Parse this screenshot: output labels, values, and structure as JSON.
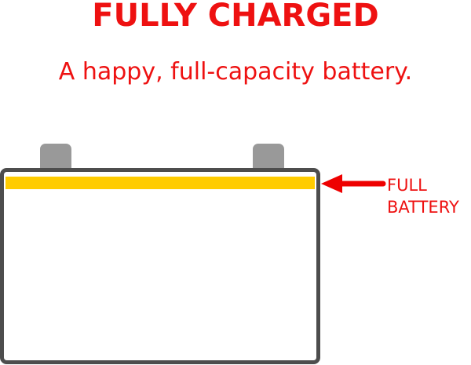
{
  "header": {
    "title": "FULLY CHARGED",
    "subtitle": "A happy, full-capacity battery."
  },
  "callout": {
    "line1": "FULL",
    "line2": "BATTERY"
  },
  "battery": {
    "charge_fraction": 1.0
  },
  "colors": {
    "text": "#ee1111",
    "arrow": "#ee0000",
    "battery_outline": "#4d4d4d",
    "terminal": "#999999",
    "charge_level_line": "#ffcc00"
  }
}
